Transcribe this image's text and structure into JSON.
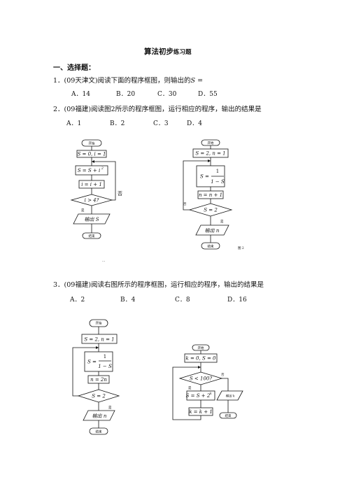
{
  "title": {
    "main": "算法初步",
    "suffix": "练习题"
  },
  "section1": "一、选择题：",
  "q1": {
    "text": "1．(09天津文)阅读下面的程序框图，则输出的",
    "var": "S =",
    "options": [
      "A．14",
      "B．20",
      "C．30",
      "D．55"
    ]
  },
  "q2": {
    "text": "2．(09福建)阅读图2所示的程序框图，运行相应的程序，输出的结果是",
    "options": [
      "A．1",
      "B．2",
      "C．3",
      "D．4"
    ]
  },
  "q3": {
    "text": "3．(09福建)阅读右图所示的程序框图，运行相应的程序，输出的结果是",
    "options": [
      "A．2",
      "B．4",
      "C．8",
      "D．16"
    ]
  },
  "fc1": {
    "start": "开始",
    "init": "S = 0, i = 1",
    "update": "S = S + i",
    "update_exp": "2",
    "incr": "i = i + 1",
    "cond": "i > 4?",
    "no": "否",
    "yes": "是",
    "output": "输出 S",
    "end": "结束",
    "caption": "..."
  },
  "fc2": {
    "start": "开始",
    "init": "S = 2, n = 1",
    "num": "1",
    "den": "1 − S",
    "lhs": "S =",
    "incr": "n = n + 1",
    "cond": "S = 2",
    "no": "否",
    "yes": "是",
    "output": "输出 n",
    "end": "结束",
    "caption": "图 2"
  },
  "fc3": {
    "start": "开始",
    "init": "S = 2, n = 1",
    "num": "1",
    "den": "1 − S",
    "lhs": "S =",
    "update": "n = 2n",
    "cond": "S = 2",
    "yes": "是",
    "no": "否",
    "output": "输出 n",
    "end": "结束"
  },
  "fc4": {
    "start": "开始",
    "init": "k = 0, S = 0",
    "cond": "S < 100?",
    "yes": "是",
    "no": "否",
    "update": "S = S + 2",
    "update_exp": "k",
    "incr": "k = k + 1",
    "output": "输出 k",
    "end": "结束"
  }
}
